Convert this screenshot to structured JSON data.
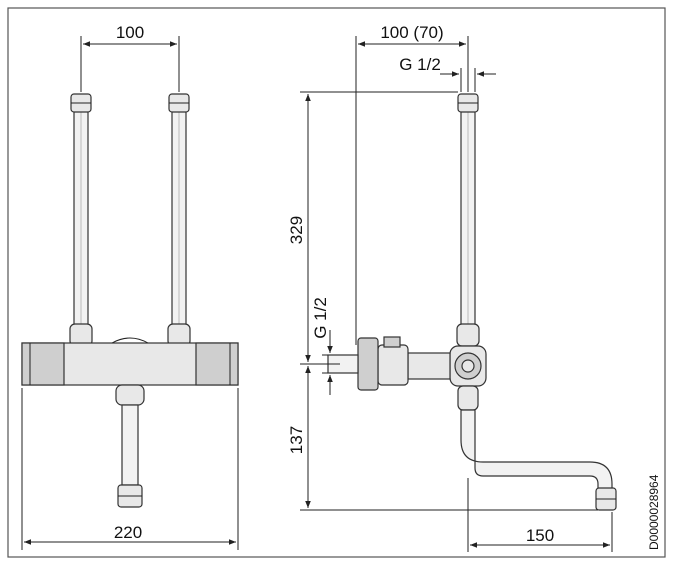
{
  "dimensions": {
    "front_pipe_spacing": "100",
    "front_width": "220",
    "side_offset": "100 (70)",
    "thread_top": "G 1/2",
    "thread_side": "G 1/2",
    "side_height_upper": "329",
    "side_height_lower": "137",
    "spout_reach": "150"
  },
  "drawing_code": "D0000028964"
}
